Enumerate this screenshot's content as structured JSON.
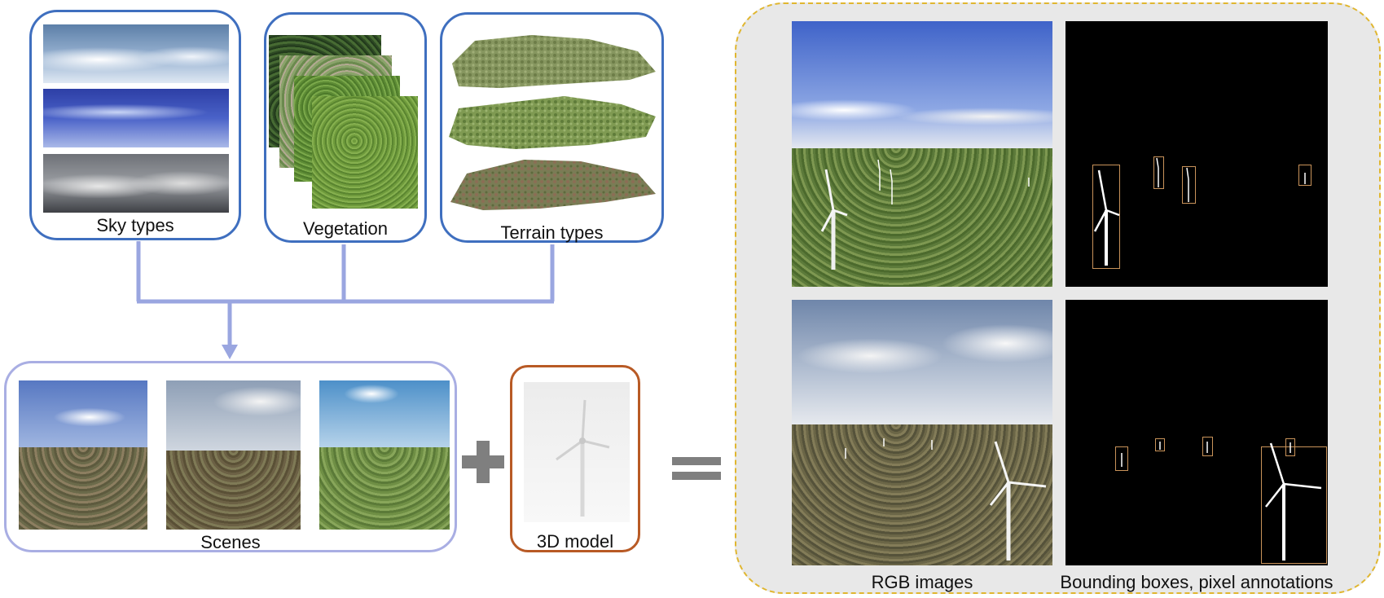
{
  "inputs": {
    "sky_types_label": "Sky types",
    "vegetation_label": "Vegetation",
    "terrain_types_label": "Terrain types"
  },
  "scenes": {
    "label": "Scenes"
  },
  "model": {
    "label": "3D model"
  },
  "operators": {
    "plus": "plus-icon",
    "equals": "equals-icon"
  },
  "output": {
    "rgb_label": "RGB images",
    "annotation_label": "Bounding boxes, pixel annotations"
  },
  "colors": {
    "input_box_border": "#3f6fbf",
    "scenes_box_border": "#a9aee3",
    "connector": "#9aa6e0",
    "model_box_border": "#b85a25",
    "operator": "#7f7f7f",
    "output_panel_border": "#e0b630",
    "output_panel_fill": "#e8e8e8",
    "bbox_outline": "#c9935a"
  }
}
